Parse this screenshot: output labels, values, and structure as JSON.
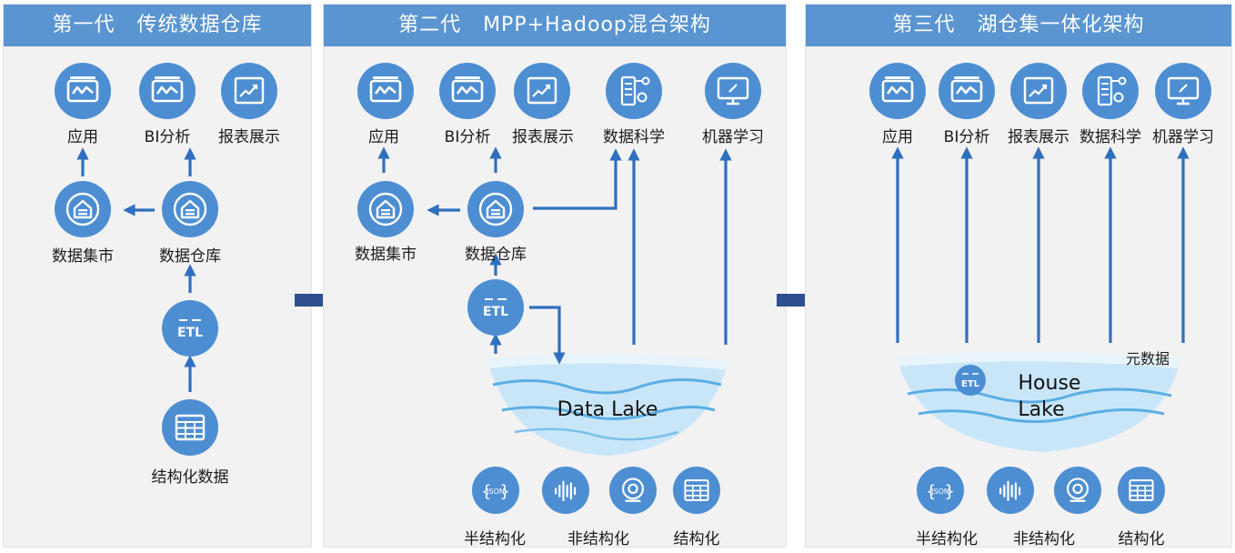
{
  "panels": [
    {
      "title": "第一代   传统数据仓库"
    },
    {
      "title": "第二代   MPP+Hadoop混合架构"
    },
    {
      "title": "第三代   湖仓集一体化架构"
    }
  ],
  "gen1": {
    "app": "应用",
    "bi": "BI分析",
    "report": "报表展示",
    "mart": "数据集市",
    "dw": "数据仓库",
    "etl_icon_text": "ETL",
    "structured": "结构化数据"
  },
  "gen2": {
    "app": "应用",
    "bi": "BI分析",
    "report": "报表展示",
    "ds": "数据科学",
    "ml": "机器学习",
    "mart": "数据集市",
    "dw": "数据仓库",
    "etl_icon_text": "ETL",
    "lake": "Data Lake",
    "json_icon_text": "JSON",
    "semi": "半结构化",
    "unstructured": "非结构化",
    "structured": "结构化"
  },
  "gen3": {
    "app": "应用",
    "bi": "BI分析",
    "report": "报表展示",
    "ds": "数据科学",
    "ml": "机器学习",
    "meta": "元数据",
    "etl_icon_text": "ETL",
    "lake_line1": "House",
    "lake_line2": "Lake",
    "json_icon_text": "JSON",
    "semi": "半结构化",
    "unstructured": "非结构化",
    "structured": "结构化"
  },
  "colors": {
    "header": "#5a95d2",
    "icon": "#4d8ed3",
    "arrow": "#2f6fbf",
    "big_arrow": "#2d4f8f",
    "lake_light": "#c9e6f8",
    "lake_wave": "#4fa6e0"
  }
}
